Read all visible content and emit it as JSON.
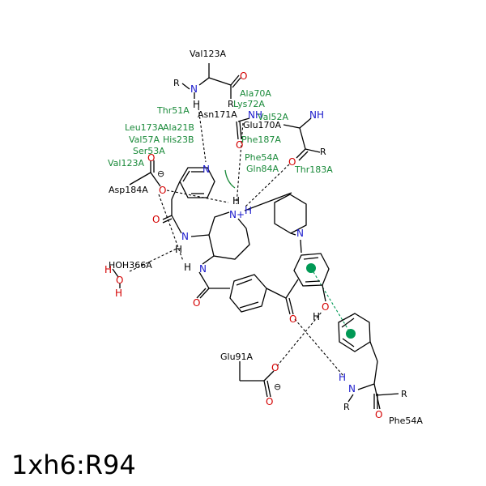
{
  "title": "1xh6:R94",
  "residues": {
    "val123_top": "Val123A",
    "asn171": "Asn171A",
    "glu170": "Glu170A",
    "asp184": "Asp184A",
    "hoh366": "HOH366A",
    "glu91": "Glu91A",
    "phe54_bottom": "Phe54A"
  },
  "hydrophobic": [
    "Ala70A",
    "Lys72A",
    "Thr51A",
    "Val52A",
    "Leu173A",
    "Ala21B",
    "Phe187A",
    "Val57A",
    "His23B",
    "Ser53A",
    "Phe54A",
    "Gln84A",
    "Val123A",
    "Thr183A"
  ],
  "atoms": {
    "R": "R",
    "N": "N",
    "H": "H",
    "O": "O",
    "NH": "NH",
    "Nplus": "N+",
    "minus": "⊖"
  },
  "colors": {
    "nitrogen": "#1a1acc",
    "oxygen": "#d40000",
    "hydrophobic": "#1a8a3a",
    "pi_stack": "#009955"
  }
}
